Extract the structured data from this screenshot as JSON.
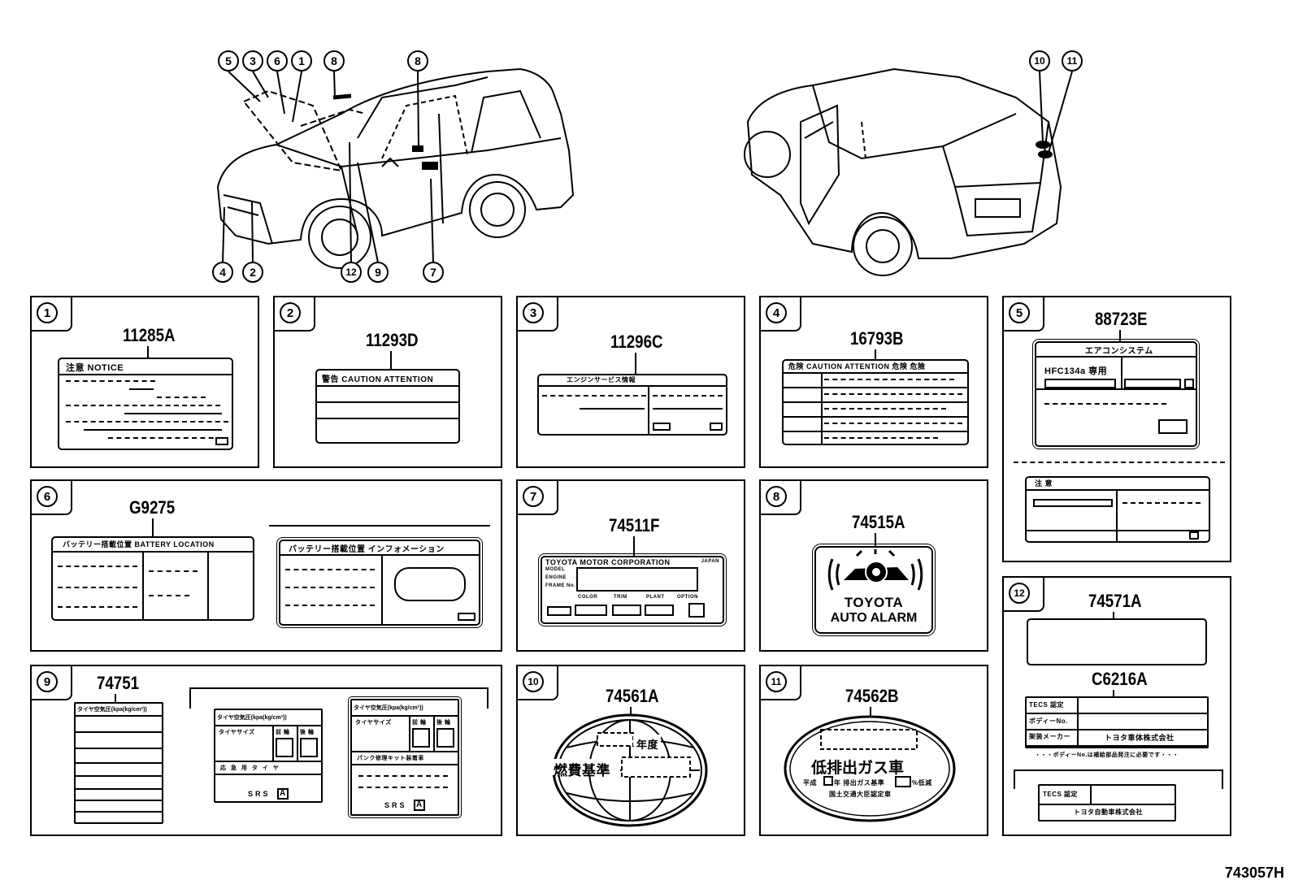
{
  "diagram_id": "743057H",
  "callouts_front": [
    "5",
    "3",
    "6",
    "1",
    "8",
    "8",
    "4",
    "2",
    "12",
    "9",
    "7"
  ],
  "callouts_rear": [
    "10",
    "11"
  ],
  "panels": [
    {
      "num": "1",
      "part": "11285A",
      "header": "注意 NOTICE"
    },
    {
      "num": "2",
      "part": "11293D",
      "header": "警告 CAUTION ATTENTION"
    },
    {
      "num": "3",
      "part": "11296C",
      "header": "エンジンサービス情報"
    },
    {
      "num": "4",
      "part": "16793B",
      "header": "危険 CAUTION ATTENTION 危険 危險"
    },
    {
      "num": "5",
      "part": "88723E",
      "header": "エアコンシステム",
      "sub1": "HFC134a 専用",
      "sub2": "注 意"
    },
    {
      "num": "6",
      "part": "G9275",
      "header": "バッテリー搭載位置 BATTERY LOCATION",
      "header2": "バッテリー搭載位置 インフォメーション"
    },
    {
      "num": "7",
      "part": "74511F",
      "header": "TOYOTA MOTOR CORPORATION",
      "row1": "MODEL",
      "row2": "ENGINE",
      "row3": "FRAME No.",
      "c1": "COLOR",
      "c2": "TRIM",
      "c3": "PLANT",
      "c4": "OPTION",
      "corner": "JAPAN"
    },
    {
      "num": "8",
      "part": "74515A",
      "line1": "TOYOTA",
      "line2": "AUTO ALARM"
    },
    {
      "num": "9",
      "part": "74751",
      "h1": "タイヤ空気圧(kpa(kg/cm²))",
      "h2": "タイヤ空気圧(kpa(kg/cm²))",
      "h3": "タイヤ空気圧(kpa(kg/cm²))",
      "r1": "タイヤサイズ",
      "r2": "前 輪",
      "r3": "後 輪",
      "r4": "応 急 用 タ イ ヤ",
      "r5": "パンク修理キット装着車",
      "srs": "SRS",
      "a": "A"
    },
    {
      "num": "10",
      "part": "74561A",
      "t1": "年度",
      "t2": "燃費基準"
    },
    {
      "num": "11",
      "part": "74562B",
      "t1": "低排出ガス車",
      "t2": "平成",
      "t3": "年 排出ガス基準",
      "t4": "%低減",
      "t5": "国土交通大臣認定車"
    },
    {
      "num": "12",
      "part": "74571A",
      "part2": "C6216A",
      "r1": "TECS 認定",
      "r2": "ボディーNo.",
      "r3": "架装メーカー",
      "logo": "トヨタ車体株式会社",
      "note": "・・・ボディーNo.は補給部品発注に必要です・・・",
      "r4": "TECS 認定",
      "r5": "トヨタ自動車株式会社"
    }
  ]
}
